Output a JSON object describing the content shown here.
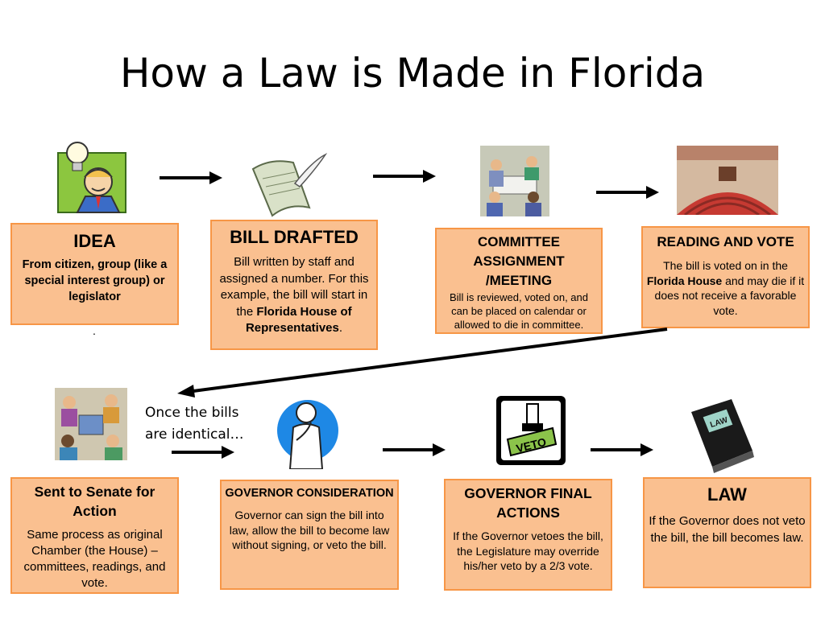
{
  "title": "How a Law is Made in Florida",
  "steps": {
    "idea": {
      "title": "IDEA",
      "body": "From citizen, group (like a special interest group) or legislator",
      "dot": "."
    },
    "bill_drafted": {
      "title": "BILL DRAFTED",
      "body_1": "Bill written by staff and assigned a number. For this example, the bill will start in the ",
      "body_bold_1": "Florida House of Representatives",
      "body_2": "."
    },
    "committee": {
      "title": "COMMITTEE ASSIGNMENT /MEETING",
      "body": "Bill is reviewed, voted on, and can be placed on calendar or allowed to die in committee."
    },
    "reading_vote": {
      "title": "READING AND VOTE",
      "body_1": "The bill is voted on in the ",
      "body_bold_1": "Florida House",
      "body_2": "  and may die if it does not receive a favorable vote."
    },
    "senate": {
      "title": "Sent to Senate for Action",
      "body": "Same process as original Chamber (the House) – committees, readings, and vote."
    },
    "governor": {
      "title": "GOVERNOR CONSIDERATION",
      "body": "Governor can sign the bill into law, allow the bill to become law without signing, or veto the bill."
    },
    "governor_final": {
      "title": "GOVERNOR FINAL ACTIONS",
      "body": "If the Governor vetoes the bill, the Legislature may override his/her veto by a 2/3 vote."
    },
    "law": {
      "title": "LAW",
      "body": "If the Governor does not veto the bill, the bill becomes law."
    }
  },
  "note": "Once the bills are identical…",
  "clipart": {
    "veto_label": "VETO",
    "law_book_label": "LAW"
  },
  "colors": {
    "box_fill": "#fac090",
    "box_border": "#f79646"
  }
}
